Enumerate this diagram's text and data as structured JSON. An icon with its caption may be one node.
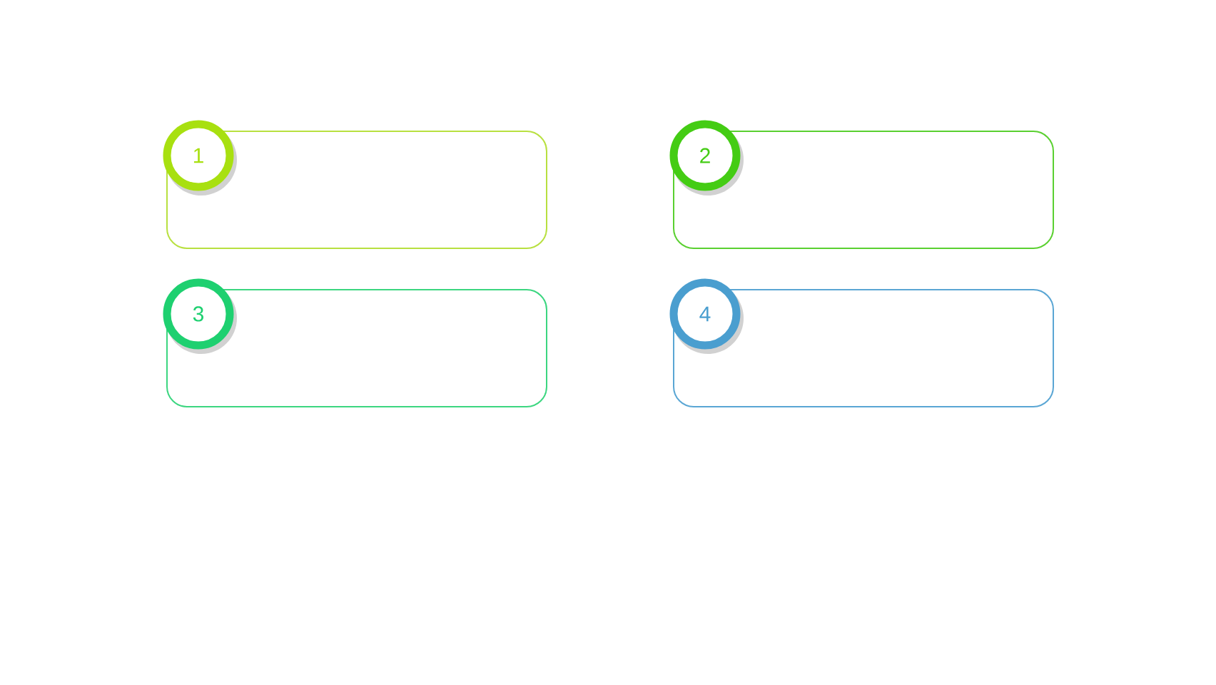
{
  "diagram": {
    "nodes": [
      {
        "text": [],
        "shape": "box"
      },
      {
        "text": [
          "1"
        ]
      },
      {
        "text": [],
        "shape": "box"
      },
      {
        "text": [
          "2"
        ]
      },
      {
        "text": [],
        "shape": "box"
      },
      {
        "text": [
          "3"
        ]
      },
      {
        "text": [],
        "shape": "box"
      },
      {
        "text": [
          "4"
        ]
      }
    ]
  }
}
